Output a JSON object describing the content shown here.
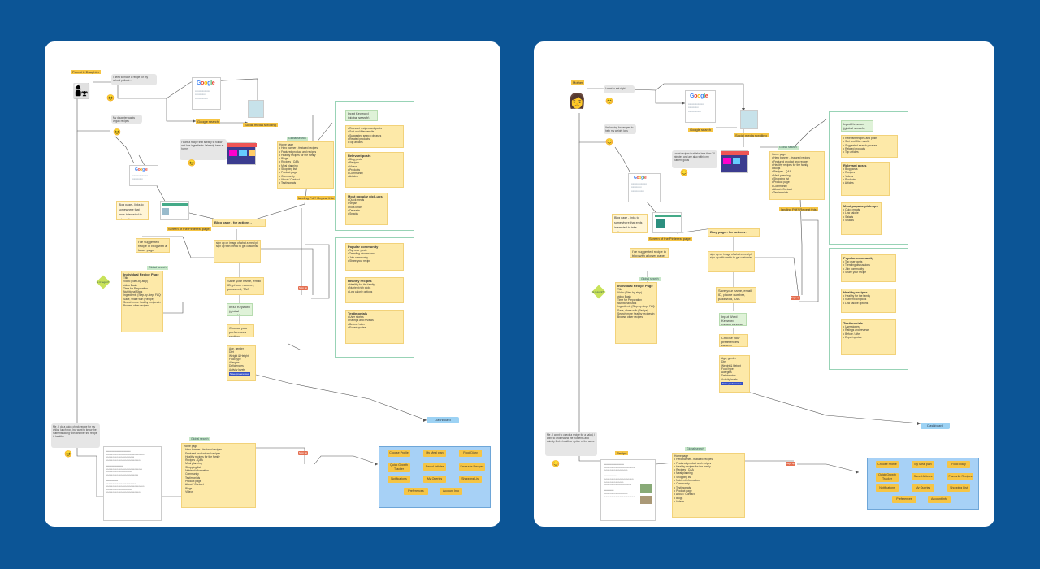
{
  "boards": [
    {
      "persona_label": "Parent & Daughter",
      "persona_icon": "parent-daughter-icon",
      "start_bubble": "I need to make a recipe for my school potluck...",
      "google_search_label": "Google search",
      "social_label": "Social media scrolling",
      "mid_bubble": "My daughter wants vegan recipes",
      "info_bubble": "I want a recipe that is easy to follow and has ingredients I already have at home",
      "global_search_label": "Global search",
      "landing_label": "landing Pdf? Repeat this",
      "blog_page": "Blog page - links to somewhere that ends interested to take action",
      "blog_actions": "Blog page - for actions -",
      "blog_screen_label": "Screen of the Pinterest page",
      "suggested_recipe": "I've suggested recipe in blog with a lower page",
      "sign_up_items": [
        "sign up on image of what a meal plan would look like",
        "sign up with metric to get customised meal for you"
      ],
      "save_info": "Save your name, email ID, phone number, password, TAC",
      "input_keyword": "Input Keyword (global search)",
      "choose_pref": "Choose your preferences section",
      "pref_list": [
        "Age, gender",
        "Diet",
        "Weight & Height",
        "Food type",
        "Allergies",
        "Deficiencies",
        "Activity levels"
      ],
      "save_pref_btn": "Save preferences",
      "recipe_page_title": "Individual Recipe Page",
      "recipe_items": [
        "Title",
        "Video (Step-by-step)",
        "video Basic",
        "Time for Preparation",
        "Nutritional Stats",
        "Ingredients (Step-by-step) FAQs",
        "Save, share with (Recipe)",
        "Search more healthy recipes in a customised meal plan",
        "Browse other recipes"
      ],
      "recipe_search_tag": "Global search",
      "is_it_tag": "Is it vegan?",
      "dashboard": "Dashboard",
      "red_tag": "Sign up",
      "right_box_titles": [
        "Input Keyword (global search)",
        "Relevant posts",
        "Most popular pick-ups",
        "Popular community",
        "Healthy recipes",
        "Testimonials"
      ],
      "bottom_left_bubble": "Me - I do a quick check recipe for my childs lunch box, but want to know the nutrients along with whether the recipe is healthy",
      "bottom_global_search": "Global search",
      "dash_buttons": [
        "Choose Profile",
        "My Meal plan",
        "Food Diary",
        "Quick Growth Tracker",
        "Saved Articles",
        "Favourite Recipes",
        "Notifications",
        "My Queries",
        "Shopping List",
        "Preferences",
        "Account Info"
      ]
    },
    {
      "persona_label": "Mother",
      "persona_icon": "mother-icon",
      "start_bubble": "I want to eat right...",
      "google_search_label": "Google search",
      "social_label": "Social media scrolling",
      "mid_bubble": "I'm looking for recipes to help my weight loss",
      "info_bubble": "I want recipes that take less than 20 minutes and are also within my nutrient goals",
      "global_search_label": "Global search",
      "landing_label": "landing Pdf? Repeat this",
      "blog_page": "Blog page - links to somewhere that ends interested to take action",
      "blog_actions": "Blog page - for actions -",
      "blog_screen_label": "Screen of the Pinterest page",
      "suggested_recipe": "I've suggested recipe in blog with a lower page",
      "sign_up_items": [
        "sign up on image of what a meal plan would look like",
        "sign up with metric to get customised meal for you"
      ],
      "save_info": "Save your name, email ID, phone number, password, TAC",
      "input_keyword": "Input Word Keyword (global search)",
      "choose_pref": "Choose your preferences section",
      "pref_list": [
        "Age, gender",
        "Diet",
        "Weight & Height",
        "Food type",
        "Allergies",
        "Deficiencies",
        "Activity levels"
      ],
      "save_pref_btn": "Save preferences",
      "recipe_page_title": "Individual Recipe Page",
      "recipe_items": [
        "Title",
        "Video (Step-by-step)",
        "video Basic",
        "Time for Preparation",
        "Nutritional Stats",
        "Ingredients (Step-by-step) FAQs",
        "Save, share with (Recipe)",
        "Search more healthy recipes in a customised meal plan",
        "Browse other recipes"
      ],
      "recipe_search_tag": "Global search",
      "is_it_tag": "Is it quick?",
      "dashboard": "Dashboard",
      "red_tag": "Sign up",
      "right_box_titles": [
        "Input Keyword (global search)",
        "Relevant posts",
        "Most popular pick-ups",
        "Popular community",
        "Healthy recipes",
        "Testimonials"
      ],
      "bottom_left_bubble": "Me - I want to check a recipe for a salad, I want to understand the nutrients and quickly find a healthier option of the same",
      "bottom_global_search": "Global search",
      "bottom_tag": "Recipe",
      "dash_buttons": [
        "Choose Profile",
        "My Meal plan",
        "Food Diary",
        "Quick Growth Tracker",
        "Saved Articles",
        "Favourite Recipes",
        "Notifications",
        "My Queries",
        "Shopping List",
        "Preferences",
        "Account Info"
      ]
    }
  ],
  "colors": {
    "background": "#0c5596",
    "board": "#ffffff",
    "sticky": "#fde9a8",
    "tag": "#f6c544",
    "green_border": "#98d3b6",
    "dashboard_fill": "#a7d1f6",
    "connector": "#555555"
  }
}
